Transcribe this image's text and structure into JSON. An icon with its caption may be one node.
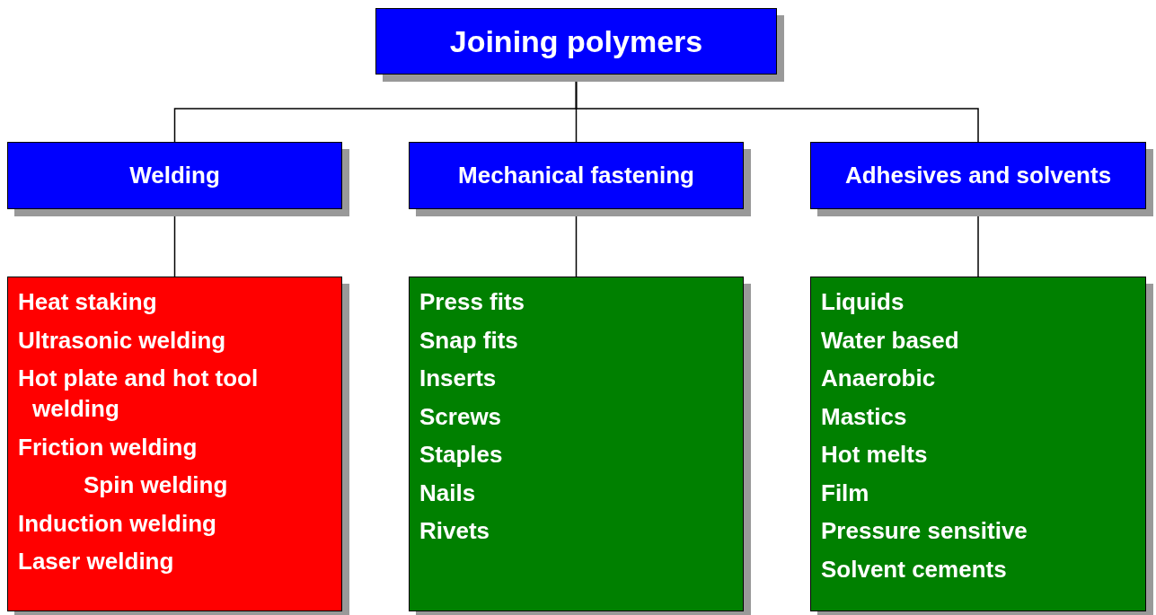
{
  "diagram": {
    "nodes": [
      {
        "text": [
          "Joining polymers"
        ]
      },
      {
        "text": [
          "Welding"
        ]
      },
      {
        "text": [
          "Mechanical fastening"
        ]
      },
      {
        "text": [
          "Adhesives and solvents"
        ]
      },
      {
        "text": [
          "Heat staking",
          "Ultrasonic welding",
          "Hot plate and hot tool welding",
          "Friction welding",
          "Spin welding",
          "Induction welding",
          "Laser welding"
        ]
      },
      {
        "text": [
          "Press fits",
          "Snap fits",
          "Inserts",
          "Screws",
          "Staples",
          "Nails",
          "Rivets"
        ]
      },
      {
        "text": [
          "Liquids",
          "Water based",
          "Anaerobic",
          "Mastics",
          "Hot melts",
          "Film",
          "Pressure sensitive",
          "Solvent cements"
        ]
      }
    ],
    "edges": [
      {
        "from": 0,
        "to": 1,
        "arrow": "none"
      },
      {
        "from": 0,
        "to": 2,
        "arrow": "none"
      },
      {
        "from": 0,
        "to": 3,
        "arrow": "none"
      },
      {
        "from": 1,
        "to": 4,
        "arrow": "none"
      },
      {
        "from": 2,
        "to": 5,
        "arrow": "none"
      },
      {
        "from": 3,
        "to": 6,
        "arrow": "none"
      }
    ]
  }
}
